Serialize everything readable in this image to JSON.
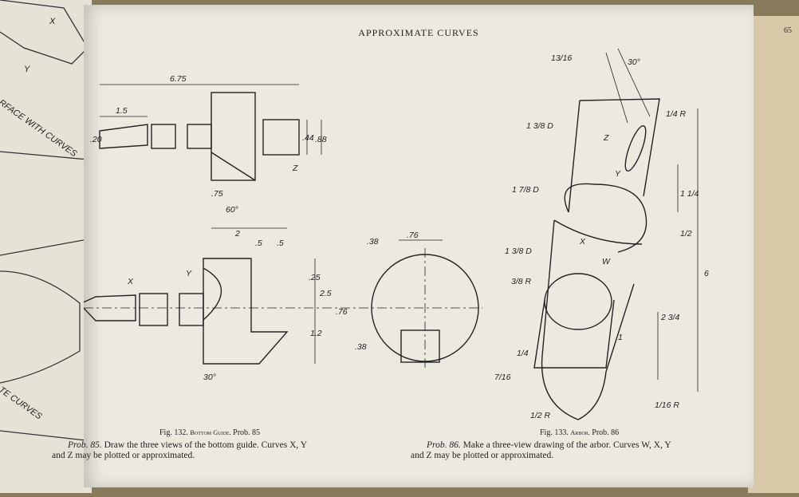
{
  "page": {
    "header": "APPROXIMATE CURVES",
    "page_number": "65"
  },
  "left_page": {
    "fragment_1": "RFACE WITH CURVES",
    "fragment_2": "TE CURVES",
    "label_y": "Y",
    "label_x": "X"
  },
  "fig132": {
    "caption_num": "Fig. 132.",
    "caption_title": "Bottom Guide.",
    "caption_prob": "Prob. 85",
    "problem_label": "Prob. 85.",
    "problem_text_1": "Draw the three views of the bottom guide.  Curves X, Y",
    "problem_text_2": "and Z may be plotted or approximated.",
    "dims": {
      "d675": "6.75",
      "d15": "1.5",
      "d20": ".20",
      "d44": ".44",
      "d88": ".88",
      "d75": ".75",
      "d60": "60°",
      "d2": "2",
      "d5a": ".5",
      "d5b": ".5",
      "d25": ".25",
      "d250": "2.5",
      "d76a": ".76",
      "d12": "1.2",
      "d38a": ".38",
      "d38b": ".38",
      "d76b": ".76",
      "d5c": ".5",
      "d30": "30°",
      "lz": "Z",
      "lx": "X",
      "ly": "Y"
    }
  },
  "fig133": {
    "caption_num": "Fig. 133.",
    "caption_title": "Arbor.",
    "caption_prob": "Prob. 86",
    "problem_label": "Prob. 86.",
    "problem_text_1": "Make a three-view drawing of the arbor.  Curves W, X, Y",
    "problem_text_2": "and Z may be plotted or approximated.",
    "dims": {
      "d13_16": "13/16",
      "d30": "30°",
      "d1_3_8a": "1 3/8 D",
      "d1_7_8": "1 7/8 D",
      "d1_3_8b": "1 3/8 D",
      "d3_8r": "3/8 R",
      "d1_4r": "1/4 R",
      "d1_1_4": "1 1/4",
      "d1_2": "1/2",
      "d6": "6",
      "d2_3_4": "2 3/4",
      "d1": "1",
      "d1_4": "1/4",
      "d7_16": "7/16",
      "d1_2r": "1/2 R",
      "d1_16r": "1/16 R",
      "lz": "Z",
      "ly": "Y",
      "lx": "X",
      "lw": "W"
    }
  }
}
